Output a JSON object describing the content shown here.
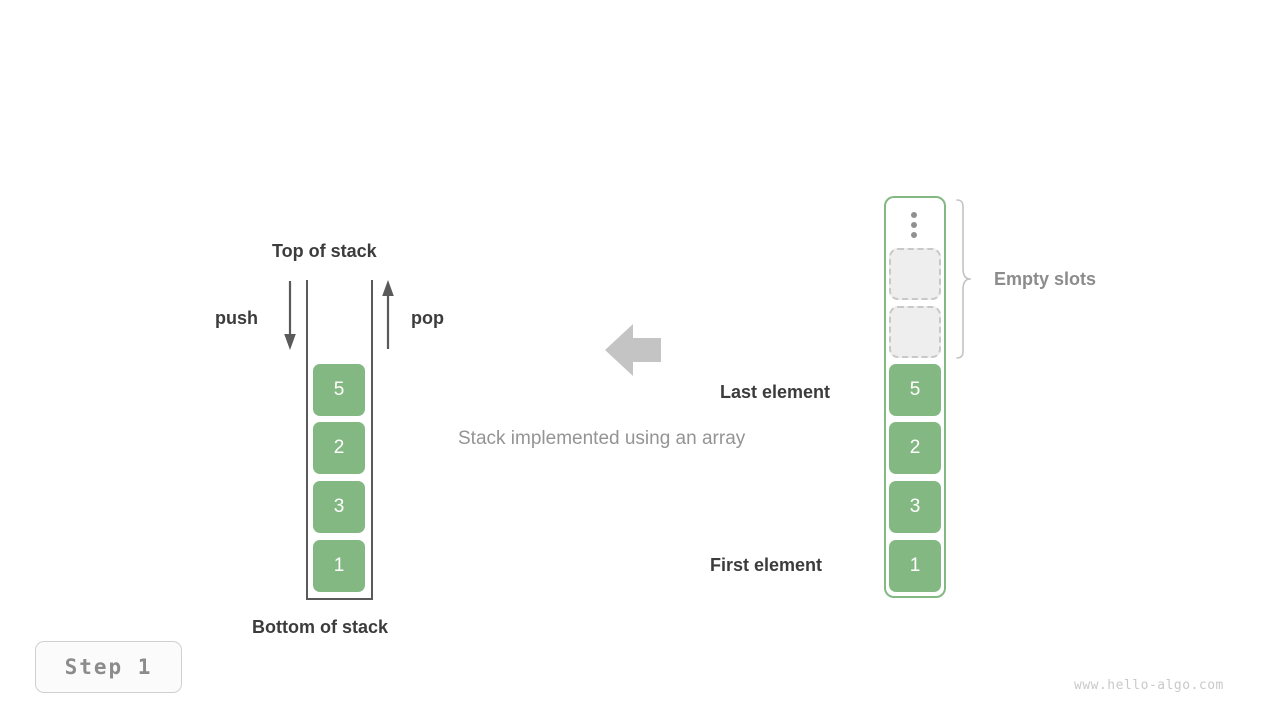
{
  "diagram": {
    "caption": "Stack implemented using an array",
    "watermark": "www.hello-algo.com",
    "step_badge": "Step  1",
    "colors": {
      "element_green": "#84b883",
      "array_border_green": "#84b883",
      "empty_slot_fill": "#eeeeee",
      "empty_slot_border": "#c8c8c8",
      "wall_gray": "#5a5a5a",
      "label_dark": "#3c3c3c",
      "label_gray": "#8c8c8c",
      "caption_gray": "#949494",
      "arrow_gray": "#c4c4c4",
      "watermark_gray": "#c9c9c9"
    }
  },
  "left_stack": {
    "top_label": "Top of stack",
    "bottom_label": "Bottom of stack",
    "push_label": "push",
    "pop_label": "pop",
    "elements": [
      "5",
      "2",
      "3",
      "1"
    ],
    "top_to_bottom_order": true
  },
  "right_array": {
    "last_element_label": "Last element",
    "first_element_label": "First element",
    "empty_slots_label": "Empty slots",
    "ellipsis_icon": "vertical-ellipsis-icon",
    "elements": [
      "5",
      "2",
      "3",
      "1"
    ],
    "empty_slot_count": 2
  },
  "icons": {
    "left_arrow": "left-arrow-icon",
    "push_arrow": "down-arrow-icon",
    "pop_arrow": "up-arrow-icon",
    "brace": "curly-brace-icon"
  }
}
